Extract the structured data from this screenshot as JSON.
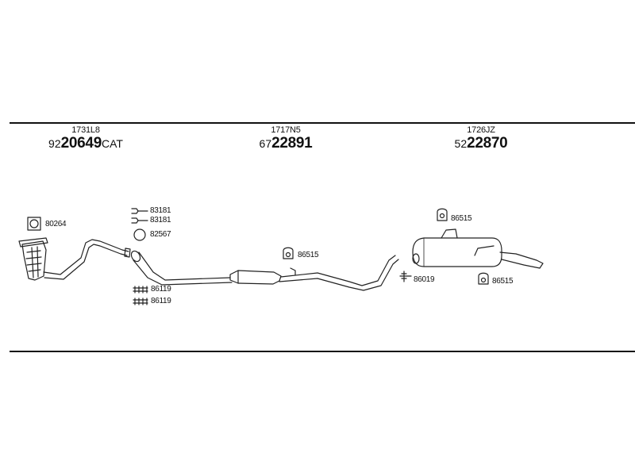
{
  "sections": [
    {
      "code": "1731L8",
      "prefix": "92",
      "number": "20649",
      "suffix": "CAT"
    },
    {
      "code": "1717N5",
      "prefix": "67",
      "number": "22891",
      "suffix": ""
    },
    {
      "code": "1726JZ",
      "prefix": "52",
      "number": "22870",
      "suffix": ""
    }
  ],
  "callouts": {
    "gasket_front": "80264",
    "clamp_a": "83181",
    "clamp_b": "83181",
    "ring": "82567",
    "bolts_a": "86119",
    "bolts_b": "86119",
    "hanger_mid": "86515",
    "hanger_rear_top": "86515",
    "clamp_rear": "86019",
    "hanger_rear_bottom": "86515"
  }
}
